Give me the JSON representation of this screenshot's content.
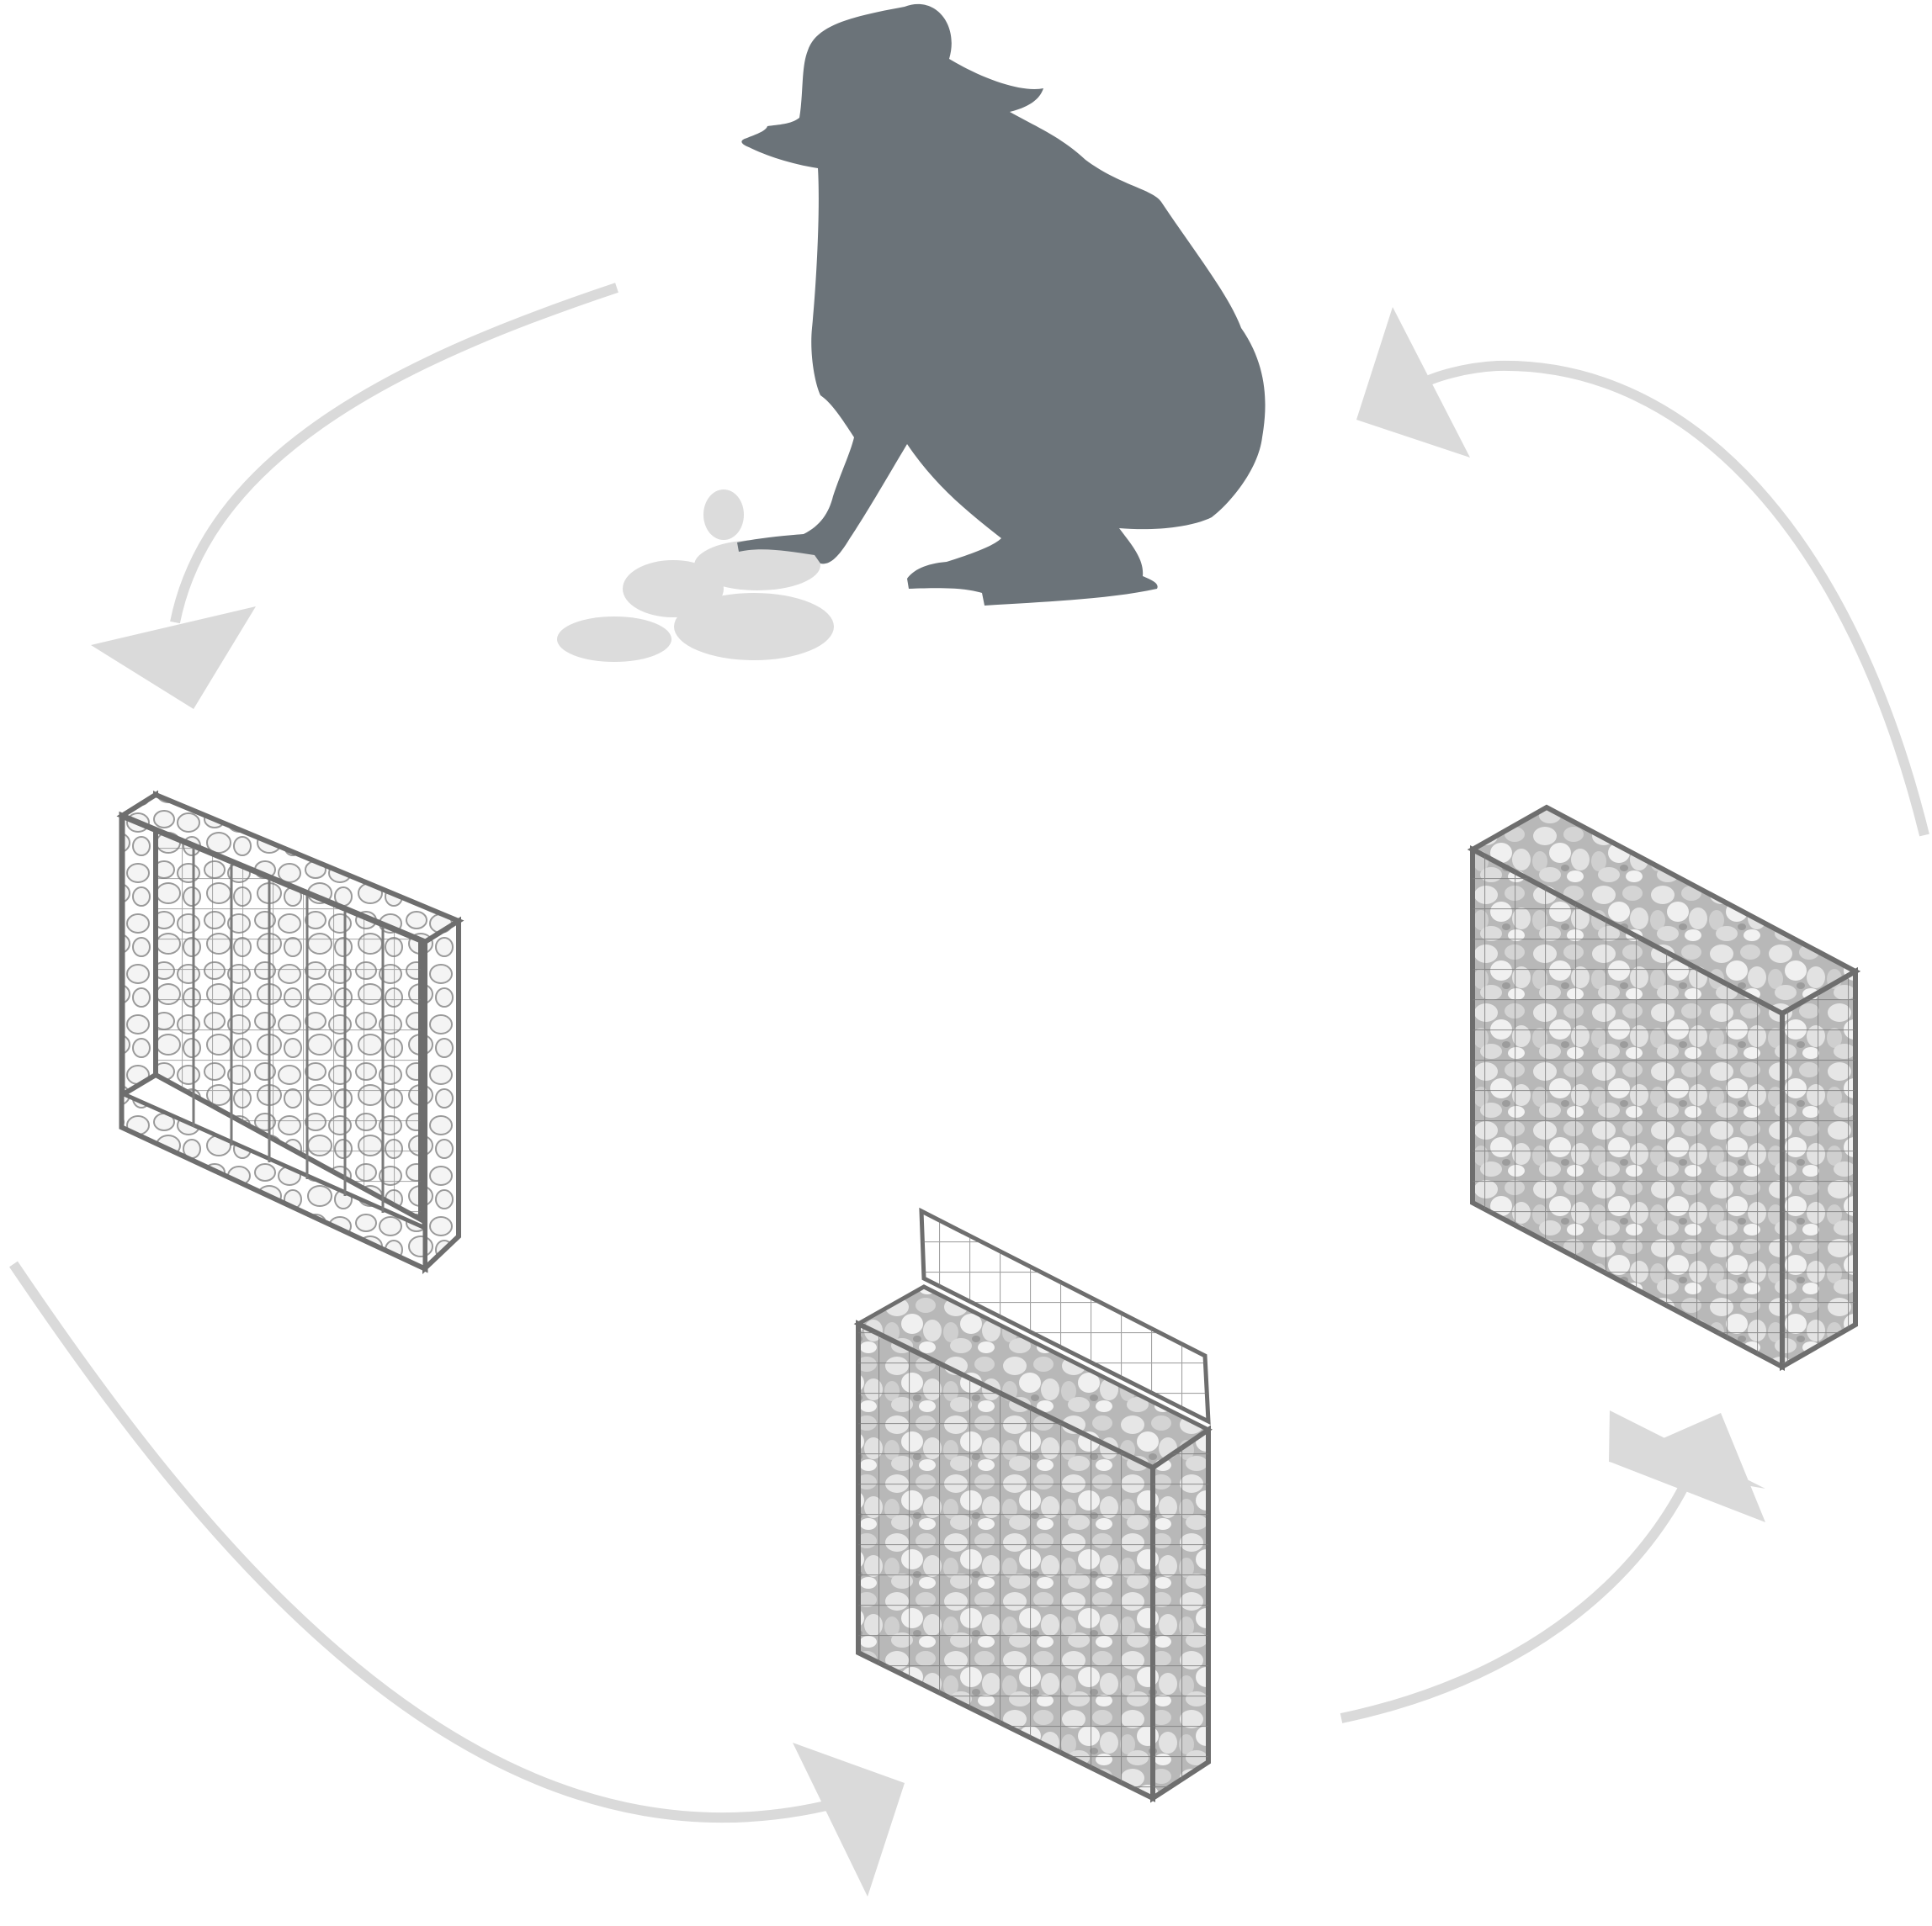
{
  "diagram": {
    "type": "cycle",
    "steps": [
      {
        "id": "collect-stones",
        "icon": "person-collecting-stones-icon"
      },
      {
        "id": "empty-gabion",
        "icon": "empty-gabion-basket-icon"
      },
      {
        "id": "filling-gabion",
        "icon": "filling-gabion-basket-icon"
      },
      {
        "id": "filled-gabion",
        "icon": "filled-gabion-basket-icon"
      }
    ],
    "arrows": [
      {
        "from": "collect-stones",
        "to": "empty-gabion"
      },
      {
        "from": "empty-gabion",
        "to": "filling-gabion"
      },
      {
        "from": "filling-gabion",
        "to": "filled-gabion"
      },
      {
        "from": "filled-gabion",
        "to": "collect-stones"
      }
    ]
  },
  "colors": {
    "background": "#ffffff",
    "silhouette": "#6b7379",
    "arrow": "#dadada",
    "wire": "#6e6e6e",
    "stone_light": "#f2f2f2",
    "stone_mid": "#c4c4c4",
    "stone_dark": "#a6a6a6"
  }
}
